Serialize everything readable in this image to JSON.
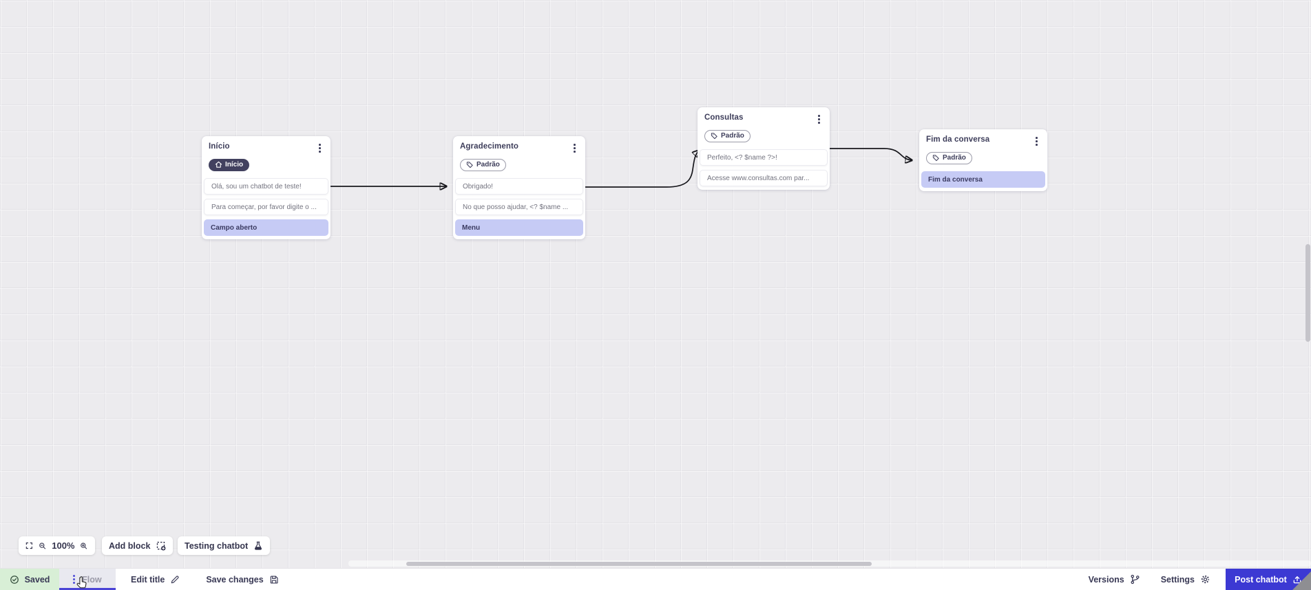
{
  "nodes": [
    {
      "title": "Início",
      "badge": {
        "icon": "home-icon",
        "label": "Início"
      },
      "rows": [
        {
          "variant": "message",
          "text": "Olá, sou um chatbot de teste!"
        },
        {
          "variant": "message",
          "text": "Para começar, por favor digite o ..."
        },
        {
          "variant": "output",
          "text": "Campo aberto"
        }
      ]
    },
    {
      "title": "Agradecimento",
      "badge": {
        "icon": "tag-icon",
        "label": "Padrão"
      },
      "rows": [
        {
          "variant": "message",
          "text": "Obrigado!"
        },
        {
          "variant": "message",
          "text": "No que posso ajudar, <? $name ..."
        },
        {
          "variant": "output",
          "text": "Menu"
        }
      ]
    },
    {
      "title": "Consultas",
      "badge": {
        "icon": "tag-icon",
        "label": "Padrão"
      },
      "rows": [
        {
          "variant": "message",
          "text": "Perfeito, <? $name ?>!"
        },
        {
          "variant": "message",
          "text": "Acesse www.consultas.com par..."
        }
      ]
    },
    {
      "title": "Fim da conversa",
      "badge": {
        "icon": "tag-icon",
        "label": "Padrão"
      },
      "rows": [
        {
          "variant": "output",
          "text": "Fim da conversa"
        }
      ]
    }
  ],
  "toolbar": {
    "zoom_level": "100%",
    "add_block": "Add block",
    "testing_chatbot": "Testing chatbot"
  },
  "bottom_bar": {
    "saved": "Saved",
    "flow": "Flow",
    "edit_title": "Edit title",
    "save_changes": "Save changes",
    "versions": "Versions",
    "settings": "Settings",
    "post_chatbot": "Post chatbot"
  },
  "colors": {
    "accent": "#3c39d3",
    "canvas_bg": "#ecebee",
    "output_row_bg": "#c6cbf5",
    "saved_bg": "#d8efd6",
    "badge_dark_bg": "#42415f"
  }
}
